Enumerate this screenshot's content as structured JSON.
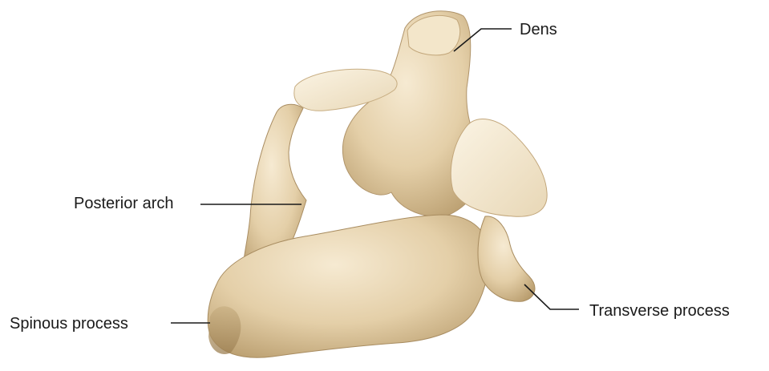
{
  "labels": {
    "dens": "Dens",
    "posterior_arch": "Posterior arch",
    "spinous_process": "Spinous process",
    "transverse_process": "Transverse process"
  },
  "colors": {
    "bone_light": "#efe0c2",
    "bone_mid": "#d9c29a",
    "bone_shadow": "#a88c60",
    "leader_line": "#1a1a1a"
  }
}
